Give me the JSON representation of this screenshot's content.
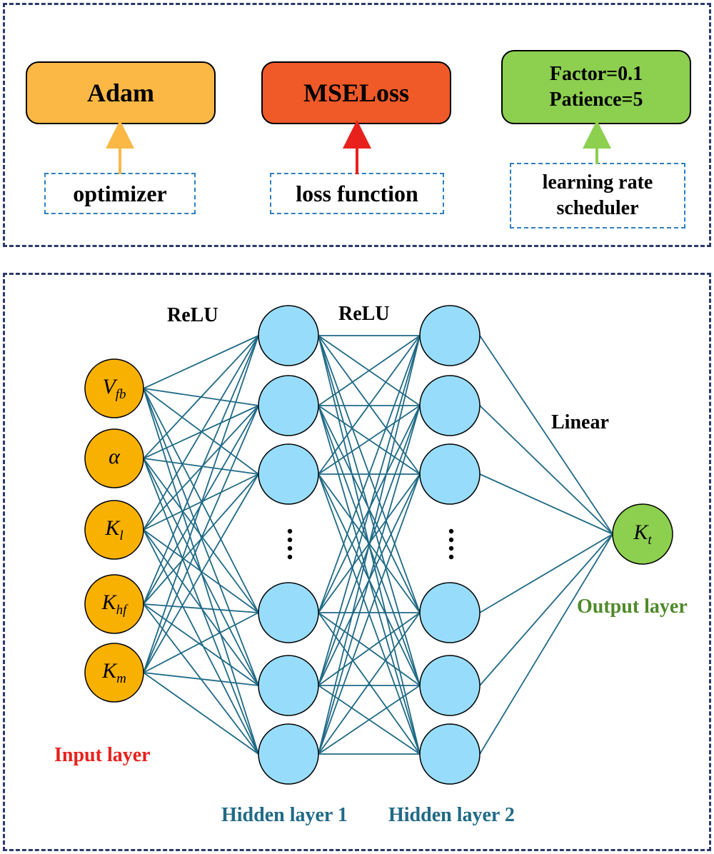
{
  "top": {
    "optimizer_value": "Adam",
    "loss_value": "MSELoss",
    "scheduler_factor": "Factor=0.1",
    "scheduler_patience": "Patience=5",
    "optimizer_label": "optimizer",
    "loss_label": "loss function",
    "scheduler_label_line1": "learning rate",
    "scheduler_label_line2": "scheduler"
  },
  "network": {
    "activation1": "ReLU",
    "activation2": "ReLU",
    "activation3": "Linear",
    "input_layer_label": "Input layer",
    "hidden1_label": "Hidden layer 1",
    "hidden2_label": "Hidden layer 2",
    "output_layer_label": "Output layer",
    "inputs": [
      {
        "base": "V",
        "sub": "fb"
      },
      {
        "base": "α",
        "sub": ""
      },
      {
        "base": "K",
        "sub": "l"
      },
      {
        "base": "K",
        "sub": "hf"
      },
      {
        "base": "K",
        "sub": "m"
      }
    ],
    "output": {
      "base": "K",
      "sub": "t"
    },
    "colors": {
      "input_node": "#f9b100",
      "hidden_node": "#97ddfb",
      "output_node": "#8dcf4f",
      "edge": "#1f6a86",
      "input_label": "#e8211c",
      "hidden_label": "#1f6a86",
      "output_label": "#4e8a2a"
    }
  }
}
